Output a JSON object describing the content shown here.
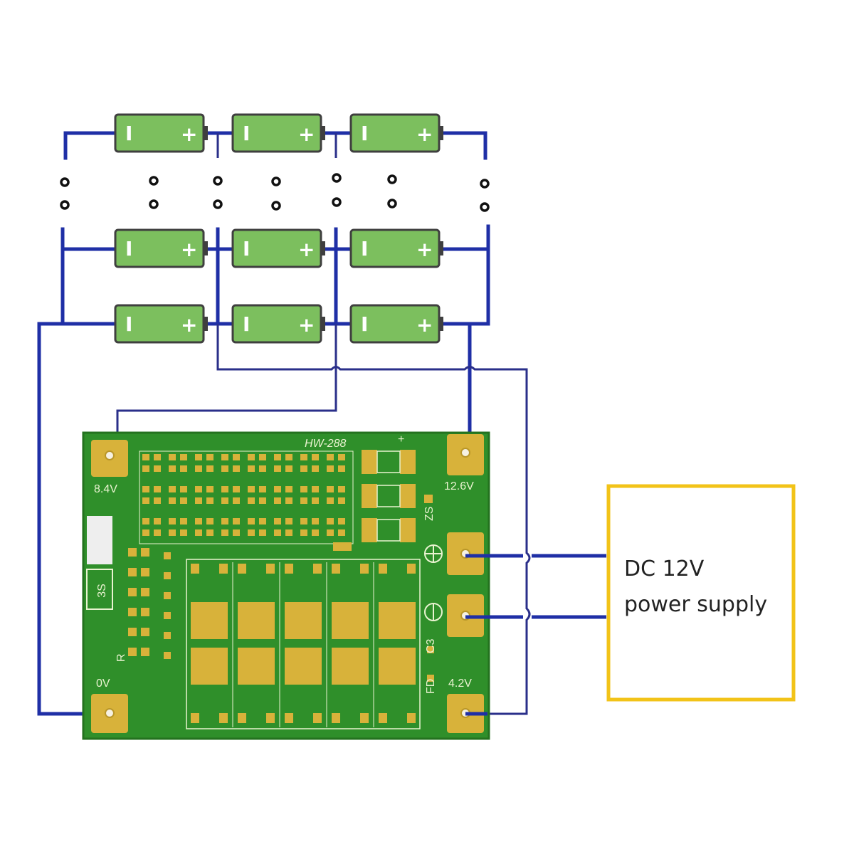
{
  "colors": {
    "wire": "#1f2fa6",
    "thin_wire": "#2a2f8a",
    "battery_fill": "#7cbf5e",
    "battery_stroke": "#3f3f3f",
    "pcb": "#2f8f2a",
    "pad": "#d8b23a",
    "psu_border": "#f2c318"
  },
  "batteries": {
    "neg_sign": "I",
    "pos_sign": "+"
  },
  "pcb": {
    "model": "HW-288",
    "cell_count": "3S",
    "plus_mark": "+",
    "terminals": {
      "top_left": "8.4V",
      "top_right": "12.6V",
      "bottom_left": "0V",
      "bottom_right": "4.2V"
    },
    "small_labels": {
      "c3": "C3",
      "fd": "FD",
      "zs": "ZS",
      "r": "R"
    }
  },
  "power_supply": {
    "line1": "DC 12V",
    "line2": "power supply"
  }
}
